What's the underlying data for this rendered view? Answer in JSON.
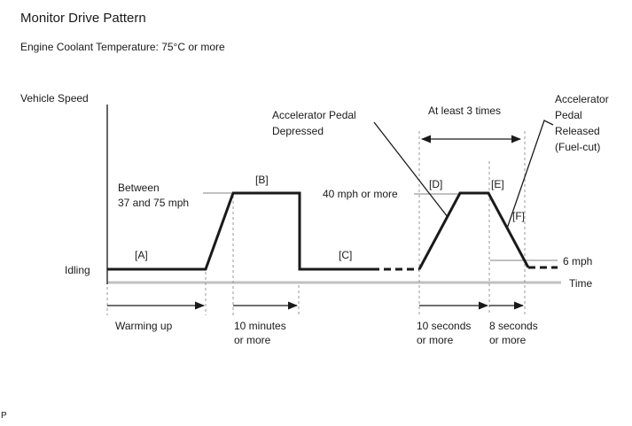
{
  "title": "Monitor Drive Pattern",
  "condition": "Engine Coolant Temperature: 75°C or more",
  "corner_mark": "P",
  "axes": {
    "y_label": "Vehicle Speed",
    "x_label": "Time"
  },
  "levels": {
    "idling": "Idling",
    "between": "Between\n37 and 75 mph",
    "forty_mph": "40 mph or more",
    "six_mph": "6 mph"
  },
  "phases": {
    "a": "[A]",
    "b": "[B]",
    "c": "[C]",
    "d": "[D]",
    "e": "[E]",
    "f": "[F]"
  },
  "annotations": {
    "pedal_depressed": "Accelerator Pedal\nDepressed",
    "pedal_released": "Accelerator\nPedal\nReleased\n(Fuel-cut)",
    "repeat": "At least 3 times"
  },
  "durations": {
    "warming_up": "Warming up",
    "ten_minutes": "10 minutes\nor more",
    "ten_seconds": "10 seconds\nor more",
    "eight_seconds": "8 seconds\nor more"
  },
  "colors": {
    "pattern_line": "#1a1a1a",
    "time_axis": "#c0c0c0",
    "guide_dashed": "#999999",
    "leader": "#808080"
  },
  "chart_data": {
    "type": "line",
    "title": "Monitor Drive Pattern",
    "precondition": "Engine Coolant Temperature: 75°C or more",
    "xlabel": "Time",
    "ylabel": "Vehicle Speed",
    "grid": false,
    "legend": "none",
    "y_reference_levels": [
      "Idling",
      "6 mph",
      "40 mph or more",
      "Between 37 and 75 mph"
    ],
    "phases": [
      {
        "label": "[A]",
        "speed": "Idling",
        "duration": "Warming up"
      },
      {
        "label": "[B]",
        "speed": "Between 37 and 75 mph",
        "duration": "10 minutes or more"
      },
      {
        "label": "[C]",
        "speed": "Idling",
        "duration": ""
      },
      {
        "label": "[D]",
        "speed": "40 mph or more",
        "duration": "10 seconds or more",
        "trigger": "Accelerator Pedal Depressed"
      },
      {
        "label": "[E]",
        "speed": "40 mph or more",
        "duration": "8 seconds or more",
        "trigger": "Accelerator Pedal Released (Fuel-cut)"
      },
      {
        "label": "[F]",
        "speed": "Decelerate to 6 mph",
        "duration": ""
      }
    ],
    "repeat": "Phases [D]-[F]: At least 3 times",
    "profile": [
      {
        "segment": "warm-up",
        "level": "Idling"
      },
      {
        "segment": "accelerate",
        "level": "rise to between 37 and 75 mph"
      },
      {
        "segment": "cruise",
        "level": "Between 37 and 75 mph"
      },
      {
        "segment": "stop",
        "level": "Idling"
      },
      {
        "segment": "accelerate (pedal depressed)",
        "level": "rise to 40 mph or more"
      },
      {
        "segment": "cruise",
        "level": "40 mph or more"
      },
      {
        "segment": "decelerate (pedal released, fuel-cut)",
        "level": "fall to 6 mph"
      }
    ]
  }
}
